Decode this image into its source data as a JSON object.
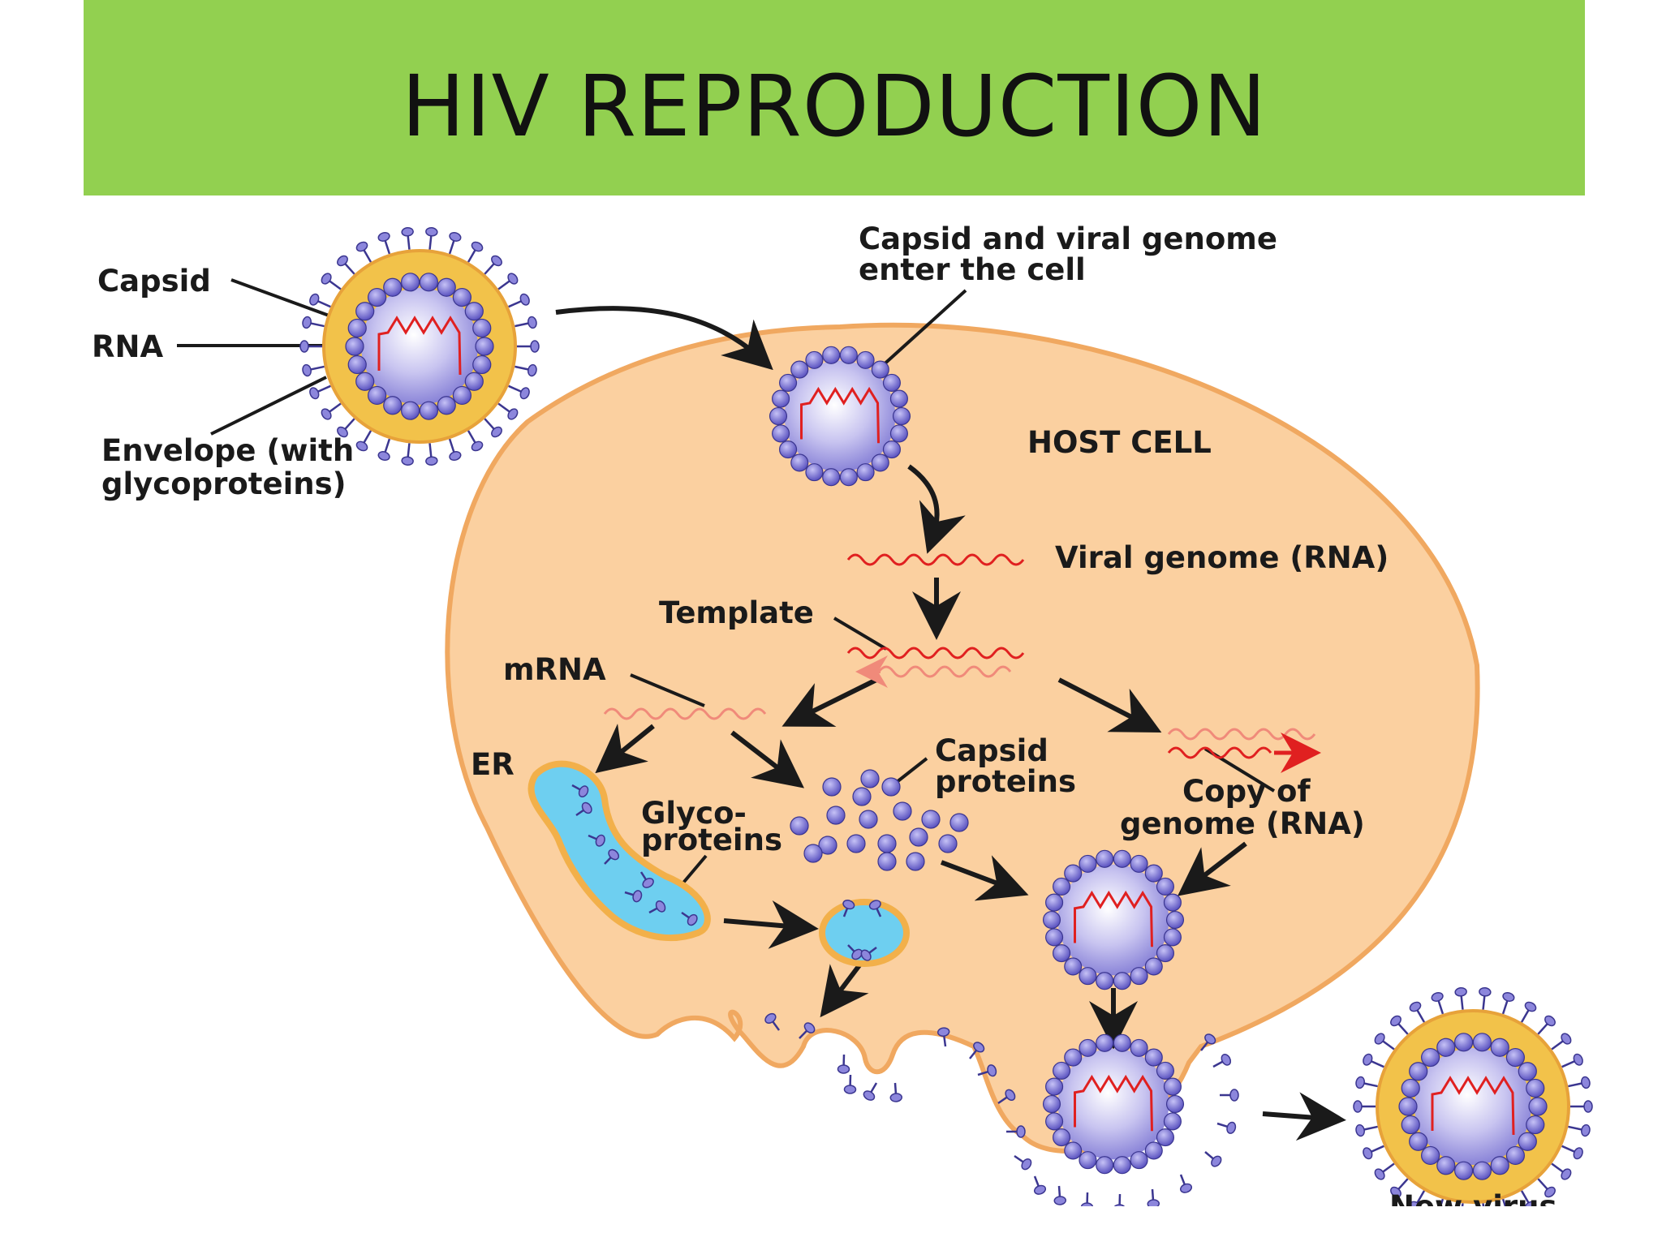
{
  "slide": {
    "title": "HIV REPRODUCTION"
  },
  "labels": {
    "capsid": "Capsid",
    "rna": "RNA",
    "envelope_1": "Envelope (with",
    "envelope_2": "glycoproteins)",
    "enter_1": "Capsid and viral genome",
    "enter_2": "enter the cell",
    "host_cell": "HOST CELL",
    "viral_genome": "Viral genome (RNA)",
    "template": "Template",
    "mrna": "mRNA",
    "er": "ER",
    "capsid_proteins_1": "Capsid",
    "capsid_proteins_2": "proteins",
    "copy_1": "Copy of",
    "copy_2": "genome (RNA)",
    "glyco_1": "Glyco-",
    "glyco_2": "proteins",
    "new_virus": "New virus"
  },
  "colors": {
    "title_bar": "#92d050",
    "cell_fill": "#fbd0a0",
    "cell_stroke": "#f0a860",
    "capsomere": "#7e78d8",
    "core": "#c8c4f0",
    "rna": "#e02020",
    "envelope": "#f2c24a",
    "er": "#6ecff0"
  }
}
